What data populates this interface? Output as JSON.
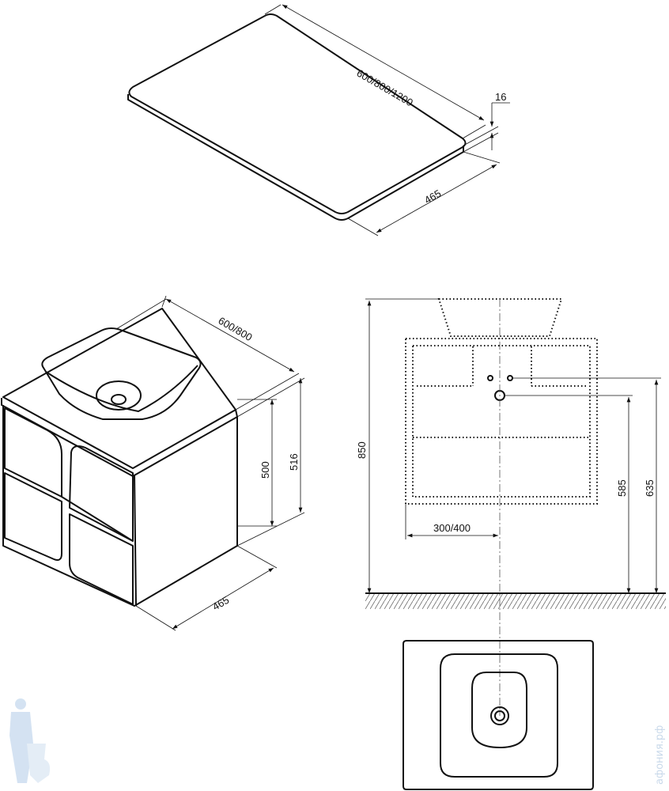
{
  "countertop": {
    "length": "600/800/1200",
    "thickness": "16",
    "depth": "465"
  },
  "cabinet_iso": {
    "width": "600/800",
    "height_cabinet": "500",
    "height_total": "516",
    "depth": "465"
  },
  "elevation": {
    "total_height": "850",
    "drain_height": "585",
    "supply_height": "635",
    "offset": "300/400"
  },
  "watermark": {
    "text": "афония.рф"
  },
  "colors": {
    "line": "#111111",
    "watermark": "#c9d9ea"
  }
}
